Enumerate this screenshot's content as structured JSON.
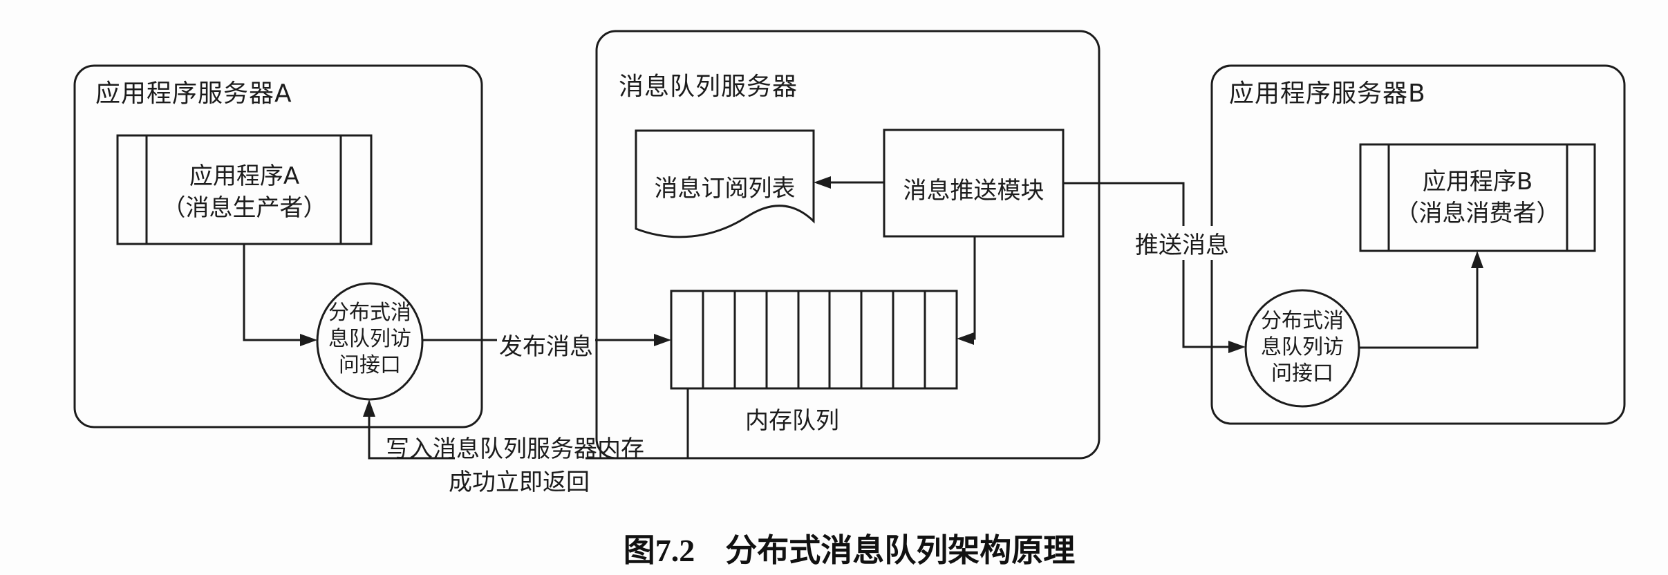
{
  "diagram": {
    "caption": {
      "number": "图7.2",
      "title": "分布式消息队列架构原理"
    },
    "server_a": {
      "label": "应用程序服务器A",
      "app": {
        "line1": "应用程序A",
        "line2": "（消息生产者）"
      },
      "interface_circle": {
        "line1": "分布式消",
        "line2": "息队列访",
        "line3": "问接口"
      }
    },
    "mq_server": {
      "label": "消息队列服务器",
      "subscription_list": "消息订阅列表",
      "push_module": "消息推送模块",
      "memory_queue": {
        "label": "内存队列",
        "cells": 9
      }
    },
    "server_b": {
      "label": "应用程序服务器B",
      "app": {
        "line1": "应用程序B",
        "line2": "（消息消费者）"
      },
      "interface_circle": {
        "line1": "分布式消",
        "line2": "息队列访",
        "line3": "问接口"
      }
    },
    "edges": {
      "publish": "发布消息",
      "push": "推送消息",
      "write_return_line1": "写入消息队列服务器内存",
      "write_return_line2": "成功立即返回"
    },
    "colors": {
      "line": "#1c1c1c",
      "background": "#fdfdfd"
    }
  }
}
